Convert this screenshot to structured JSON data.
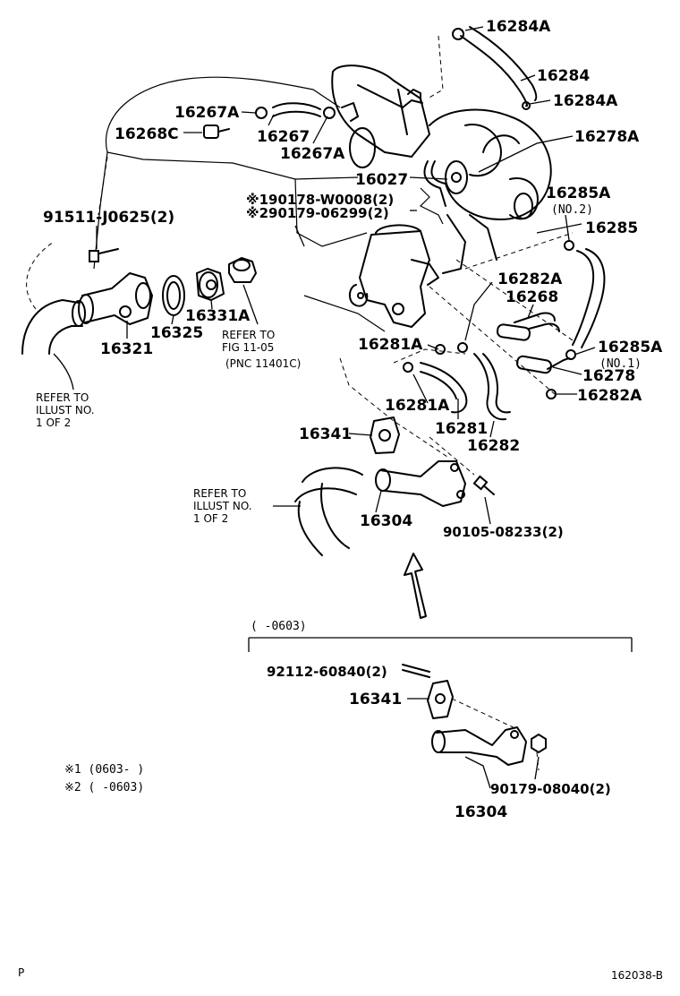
{
  "labels": {
    "p16284A_top": "16284A",
    "p16284": "16284",
    "p16284A_mid": "16284A",
    "p16278A": "16278A",
    "p16267A_top": "16267A",
    "p16268C": "16268C",
    "p16267": "16267",
    "p16267A_low": "16267A",
    "p16027": "16027",
    "note_190178": "※190178-W0008(2)",
    "note_290179": "※290179-06299(2)",
    "p16285A_top": "16285A",
    "no2": "(NO.2)",
    "p16285": "16285",
    "p91511": "91511-J0625(2)",
    "p16282A_top": "16282A",
    "p16268": "16268",
    "p16331A": "16331A",
    "p16321": "16321",
    "p16325": "16325",
    "refer_fig_1": "REFER TO",
    "refer_fig_2": "FIG 11-05",
    "refer_fig_3": "(PNC 11401C)",
    "p16281A_top": "16281A",
    "p16285A_low": "16285A",
    "no1": "(NO.1)",
    "p16278": "16278",
    "p16282A_low": "16282A",
    "refer_left_1": "REFER TO",
    "refer_left_2": "ILLUST NO.",
    "refer_left_3": "1 OF 2",
    "p16281A_low": "16281A",
    "p16281": "16281",
    "p16341_top": "16341",
    "p16282": "16282",
    "refer_mid_1": "REFER TO",
    "refer_mid_2": "ILLUST NO.",
    "refer_mid_3": "1 OF 2",
    "p16304_top": "16304",
    "p90105": "90105-08233(2)",
    "range_bracket": "(      -0603)",
    "p92112": "92112-60840(2)",
    "p16341_bottom": "16341",
    "p90179": "90179-08040(2)",
    "p16304_bottom": "16304",
    "note1": "※1 (0603-     )",
    "note2": "※2 (      -0603)",
    "corner_p": "P",
    "figure_id": "162038-B"
  }
}
